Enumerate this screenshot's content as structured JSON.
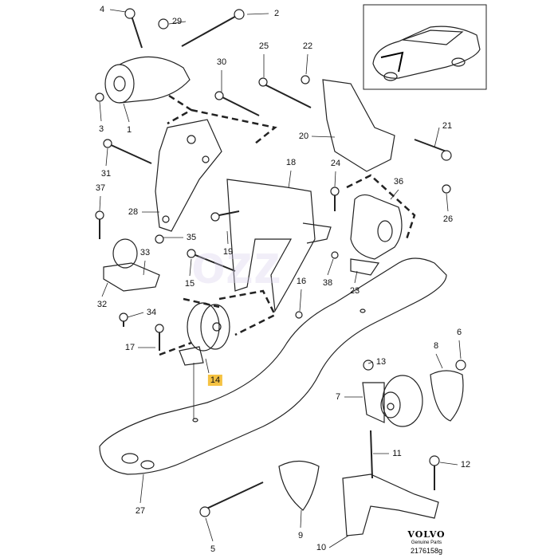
{
  "diagram": {
    "callouts": [
      "4",
      "29",
      "2",
      "30",
      "25",
      "22",
      "3",
      "1",
      "20",
      "21",
      "31",
      "18",
      "24",
      "36",
      "37",
      "26",
      "28",
      "35",
      "33",
      "19",
      "15",
      "16",
      "38",
      "23",
      "32",
      "34",
      "17",
      "14",
      "6",
      "8",
      "13",
      "7",
      "11",
      "12",
      "27",
      "9",
      "5",
      "10"
    ],
    "highlighted": "14",
    "highlight_color": "#f5c242"
  },
  "footer": {
    "brand": "VOLVO",
    "subtitle": "Genuine Parts",
    "part_number": "2176158g"
  }
}
